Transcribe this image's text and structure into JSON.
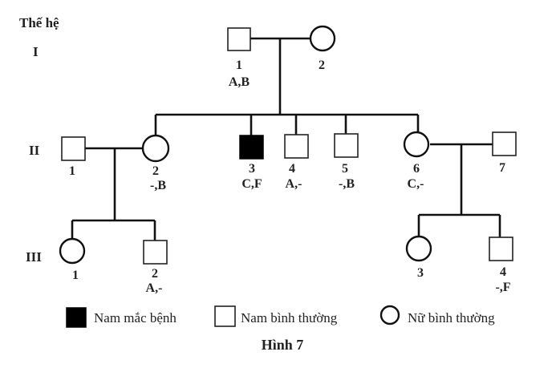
{
  "header": {
    "generation_heading": "Thế hệ"
  },
  "generations": [
    {
      "roman": "I"
    },
    {
      "roman": "II"
    },
    {
      "roman": "III"
    }
  ],
  "individuals": {
    "I1": {
      "sex": "male",
      "affected": false,
      "number": "1",
      "genotype": "A,B"
    },
    "I2": {
      "sex": "female",
      "affected": false,
      "number": "2",
      "genotype": ""
    },
    "II1": {
      "sex": "male",
      "affected": false,
      "number": "1",
      "genotype": ""
    },
    "II2": {
      "sex": "female",
      "affected": false,
      "number": "2",
      "genotype": "-,B"
    },
    "II3": {
      "sex": "male",
      "affected": true,
      "number": "3",
      "genotype": "C,F"
    },
    "II4": {
      "sex": "male",
      "affected": false,
      "number": "4",
      "genotype": "A,-"
    },
    "II5": {
      "sex": "male",
      "affected": false,
      "number": "5",
      "genotype": "-,B"
    },
    "II6": {
      "sex": "female",
      "affected": false,
      "number": "6",
      "genotype": "C,-"
    },
    "II7": {
      "sex": "male",
      "affected": false,
      "number": "7",
      "genotype": ""
    },
    "III1": {
      "sex": "female",
      "affected": false,
      "number": "1",
      "genotype": ""
    },
    "III2": {
      "sex": "male",
      "affected": false,
      "number": "2",
      "genotype": "A,-"
    },
    "III3": {
      "sex": "female",
      "affected": false,
      "number": "3",
      "genotype": ""
    },
    "III4": {
      "sex": "male",
      "affected": false,
      "number": "4",
      "genotype": "-,F"
    }
  },
  "legend": [
    {
      "symbol": "filled-square",
      "label": "Nam mắc bệnh"
    },
    {
      "symbol": "empty-square",
      "label": "Nam bình thường"
    },
    {
      "symbol": "empty-circle",
      "label": "Nữ bình thường"
    }
  ],
  "caption": "Hình 7",
  "colors": {
    "ink": "#111111",
    "affected_fill": "#000000",
    "background": "#ffffff"
  }
}
